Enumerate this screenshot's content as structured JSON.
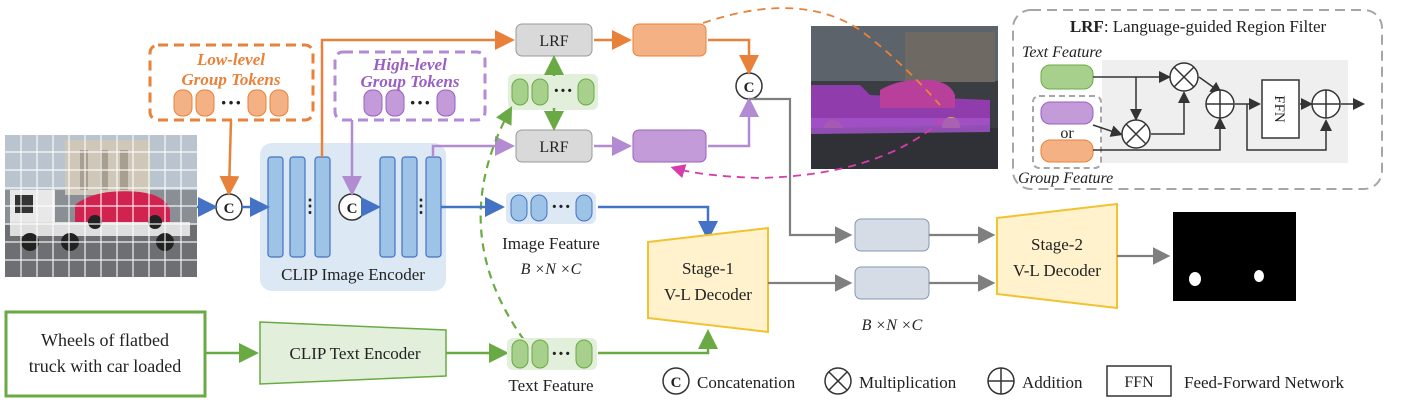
{
  "diagram": {
    "low_level_tokens_label": [
      "Low-level",
      "Group Tokens"
    ],
    "high_level_tokens_label": [
      "High-level",
      "Group Tokens"
    ],
    "image_encoder_label": "CLIP Image Encoder",
    "text_encoder_label": "CLIP Text Encoder",
    "text_query_lines": [
      "Wheels of flatbed",
      "truck with car loaded"
    ],
    "image_feature_label": "Image Feature",
    "image_feature_dims": "B ×N ×C",
    "text_feature_label": "Text Feature",
    "lrf_label": "LRF",
    "stage1_lines": [
      "Stage-1",
      "V-L Decoder"
    ],
    "stage2_lines": [
      "Stage-2",
      "V-L Decoder"
    ],
    "mid_dims": "B ×N ×C",
    "concat_symbol": "C",
    "ellipsis": "···"
  },
  "lrf_panel": {
    "title_bold": "LRF",
    "title_rest": ": Language-guided Region Filter",
    "text_feature_label": "Text Feature",
    "or_label": "or",
    "group_feature_label": "Group Feature",
    "ffn_label": "FFN"
  },
  "legend": {
    "concat_label": "Concatenation",
    "mult_label": "Multiplication",
    "add_label": "Addition",
    "ffn_box": "FFN",
    "ffn_label": "Feed-Forward Network"
  },
  "colors": {
    "orange": "#e8823a",
    "orange_fill": "#f4b184",
    "purple": "#a86ec8",
    "purple_fill": "#c39bd8",
    "green": "#6aaa45",
    "green_fill": "#a8d08d",
    "blue": "#4472c4",
    "blue_fill": "#9dc3e6",
    "yellow": "#f2c230",
    "yellow_fill": "#fff2cc",
    "gray_fill": "#d6dce5",
    "magenta": "#d83ca8"
  }
}
